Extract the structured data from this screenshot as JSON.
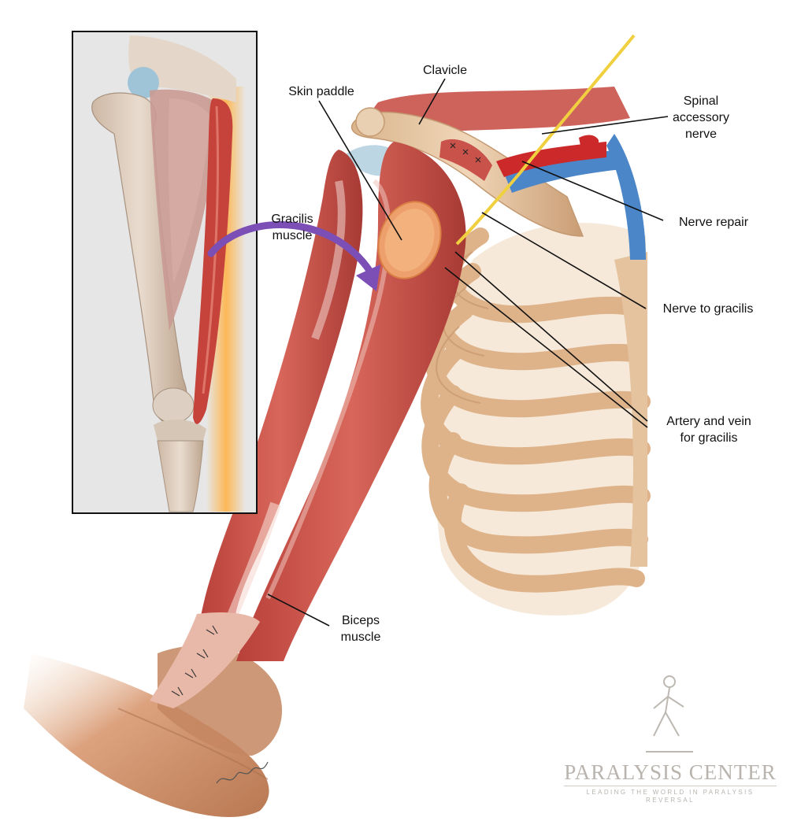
{
  "labels": {
    "clavicle": "Clavicle",
    "skin_paddle": "Skin paddle",
    "spinal_accessory_nerve": [
      "Spinal",
      "accessory",
      "nerve"
    ],
    "gracilis_muscle": [
      "Gracilis",
      "muscle"
    ],
    "nerve_repair": "Nerve repair",
    "nerve_to_gracilis": "Nerve to gracilis",
    "artery_and_vein": [
      "Artery and vein",
      "for gracilis"
    ],
    "biceps_muscle": [
      "Biceps",
      "muscle"
    ]
  },
  "brand": {
    "name": "PARALYSIS CENTER",
    "tagline": "LEADING THE WORLD IN PARALYSIS REVERSAL"
  },
  "colors": {
    "muscle": "#c9524a",
    "muscle_dark": "#a83a35",
    "bone": "#e8c9a6",
    "bone_shadow": "#c9a07a",
    "inset_bg": "#e6e6e6",
    "nerve": "#f1d040",
    "vein": "#4a86c8",
    "artery": "#cc2a2a",
    "arrow": "#7b4fb5",
    "skin_paddle": "#e58a50"
  }
}
